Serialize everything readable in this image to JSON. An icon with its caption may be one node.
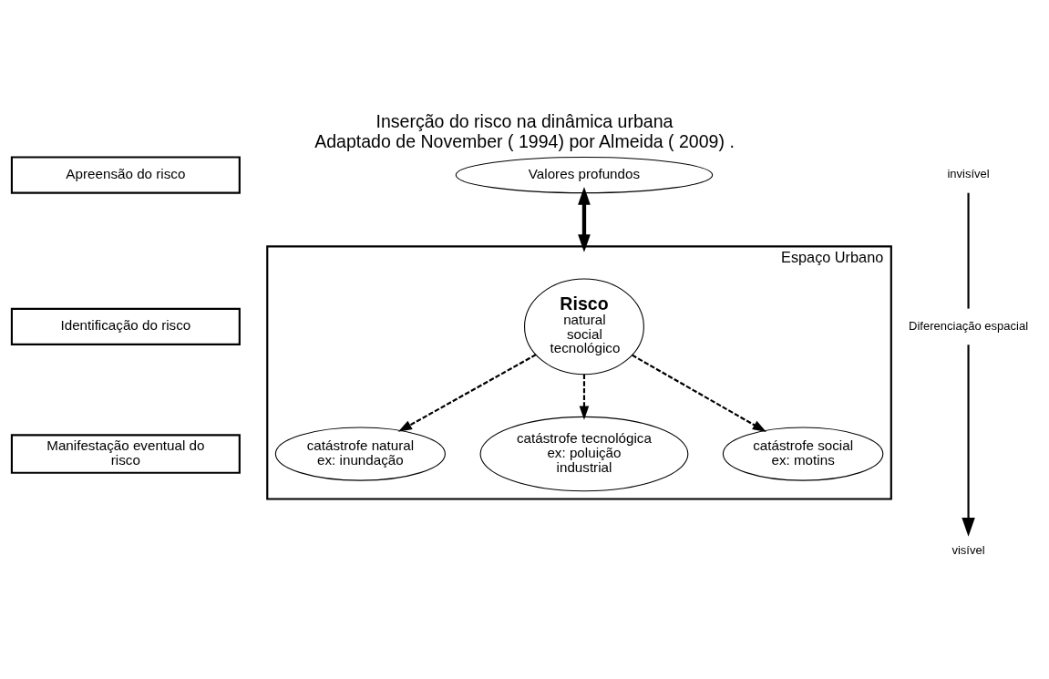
{
  "diagram": {
    "title": "Inserção do risco na dinâmica urbana",
    "caption": "Adaptado de November ( 1994) por Almeida ( 2009) .",
    "nodes": [
      {
        "text": [
          "Apreensão do risco"
        ]
      },
      {
        "text": [
          "Identificação do risco"
        ]
      },
      {
        "text": [
          "Manifestação eventual do risco"
        ]
      },
      {
        "text": [
          "Valores profundos"
        ]
      },
      {
        "text": [
          "Espaço Urbano"
        ]
      },
      {
        "text": [
          "Risco",
          "natural",
          "social",
          "tecnológico"
        ],
        "in": 4
      },
      {
        "text": [
          "catástrofe natural ex: inundação"
        ],
        "in": 4
      },
      {
        "text": [
          "catástrofe tecnológica ex: poluição industrial"
        ],
        "in": 4
      },
      {
        "text": [
          "catástrofe social ex: motins"
        ],
        "in": 4
      }
    ],
    "edges": [
      {
        "from": 3,
        "to": 4,
        "arrow": "both",
        "style": "thick"
      },
      {
        "from": 5,
        "to": 6,
        "arrow": "to",
        "style": "dashed"
      },
      {
        "from": 5,
        "to": 7,
        "arrow": "to",
        "style": "dashed"
      },
      {
        "from": 5,
        "to": 8,
        "arrow": "to",
        "style": "dashed"
      }
    ],
    "labels": [
      "invisível",
      "Diferenciação espacial",
      "visível"
    ]
  }
}
